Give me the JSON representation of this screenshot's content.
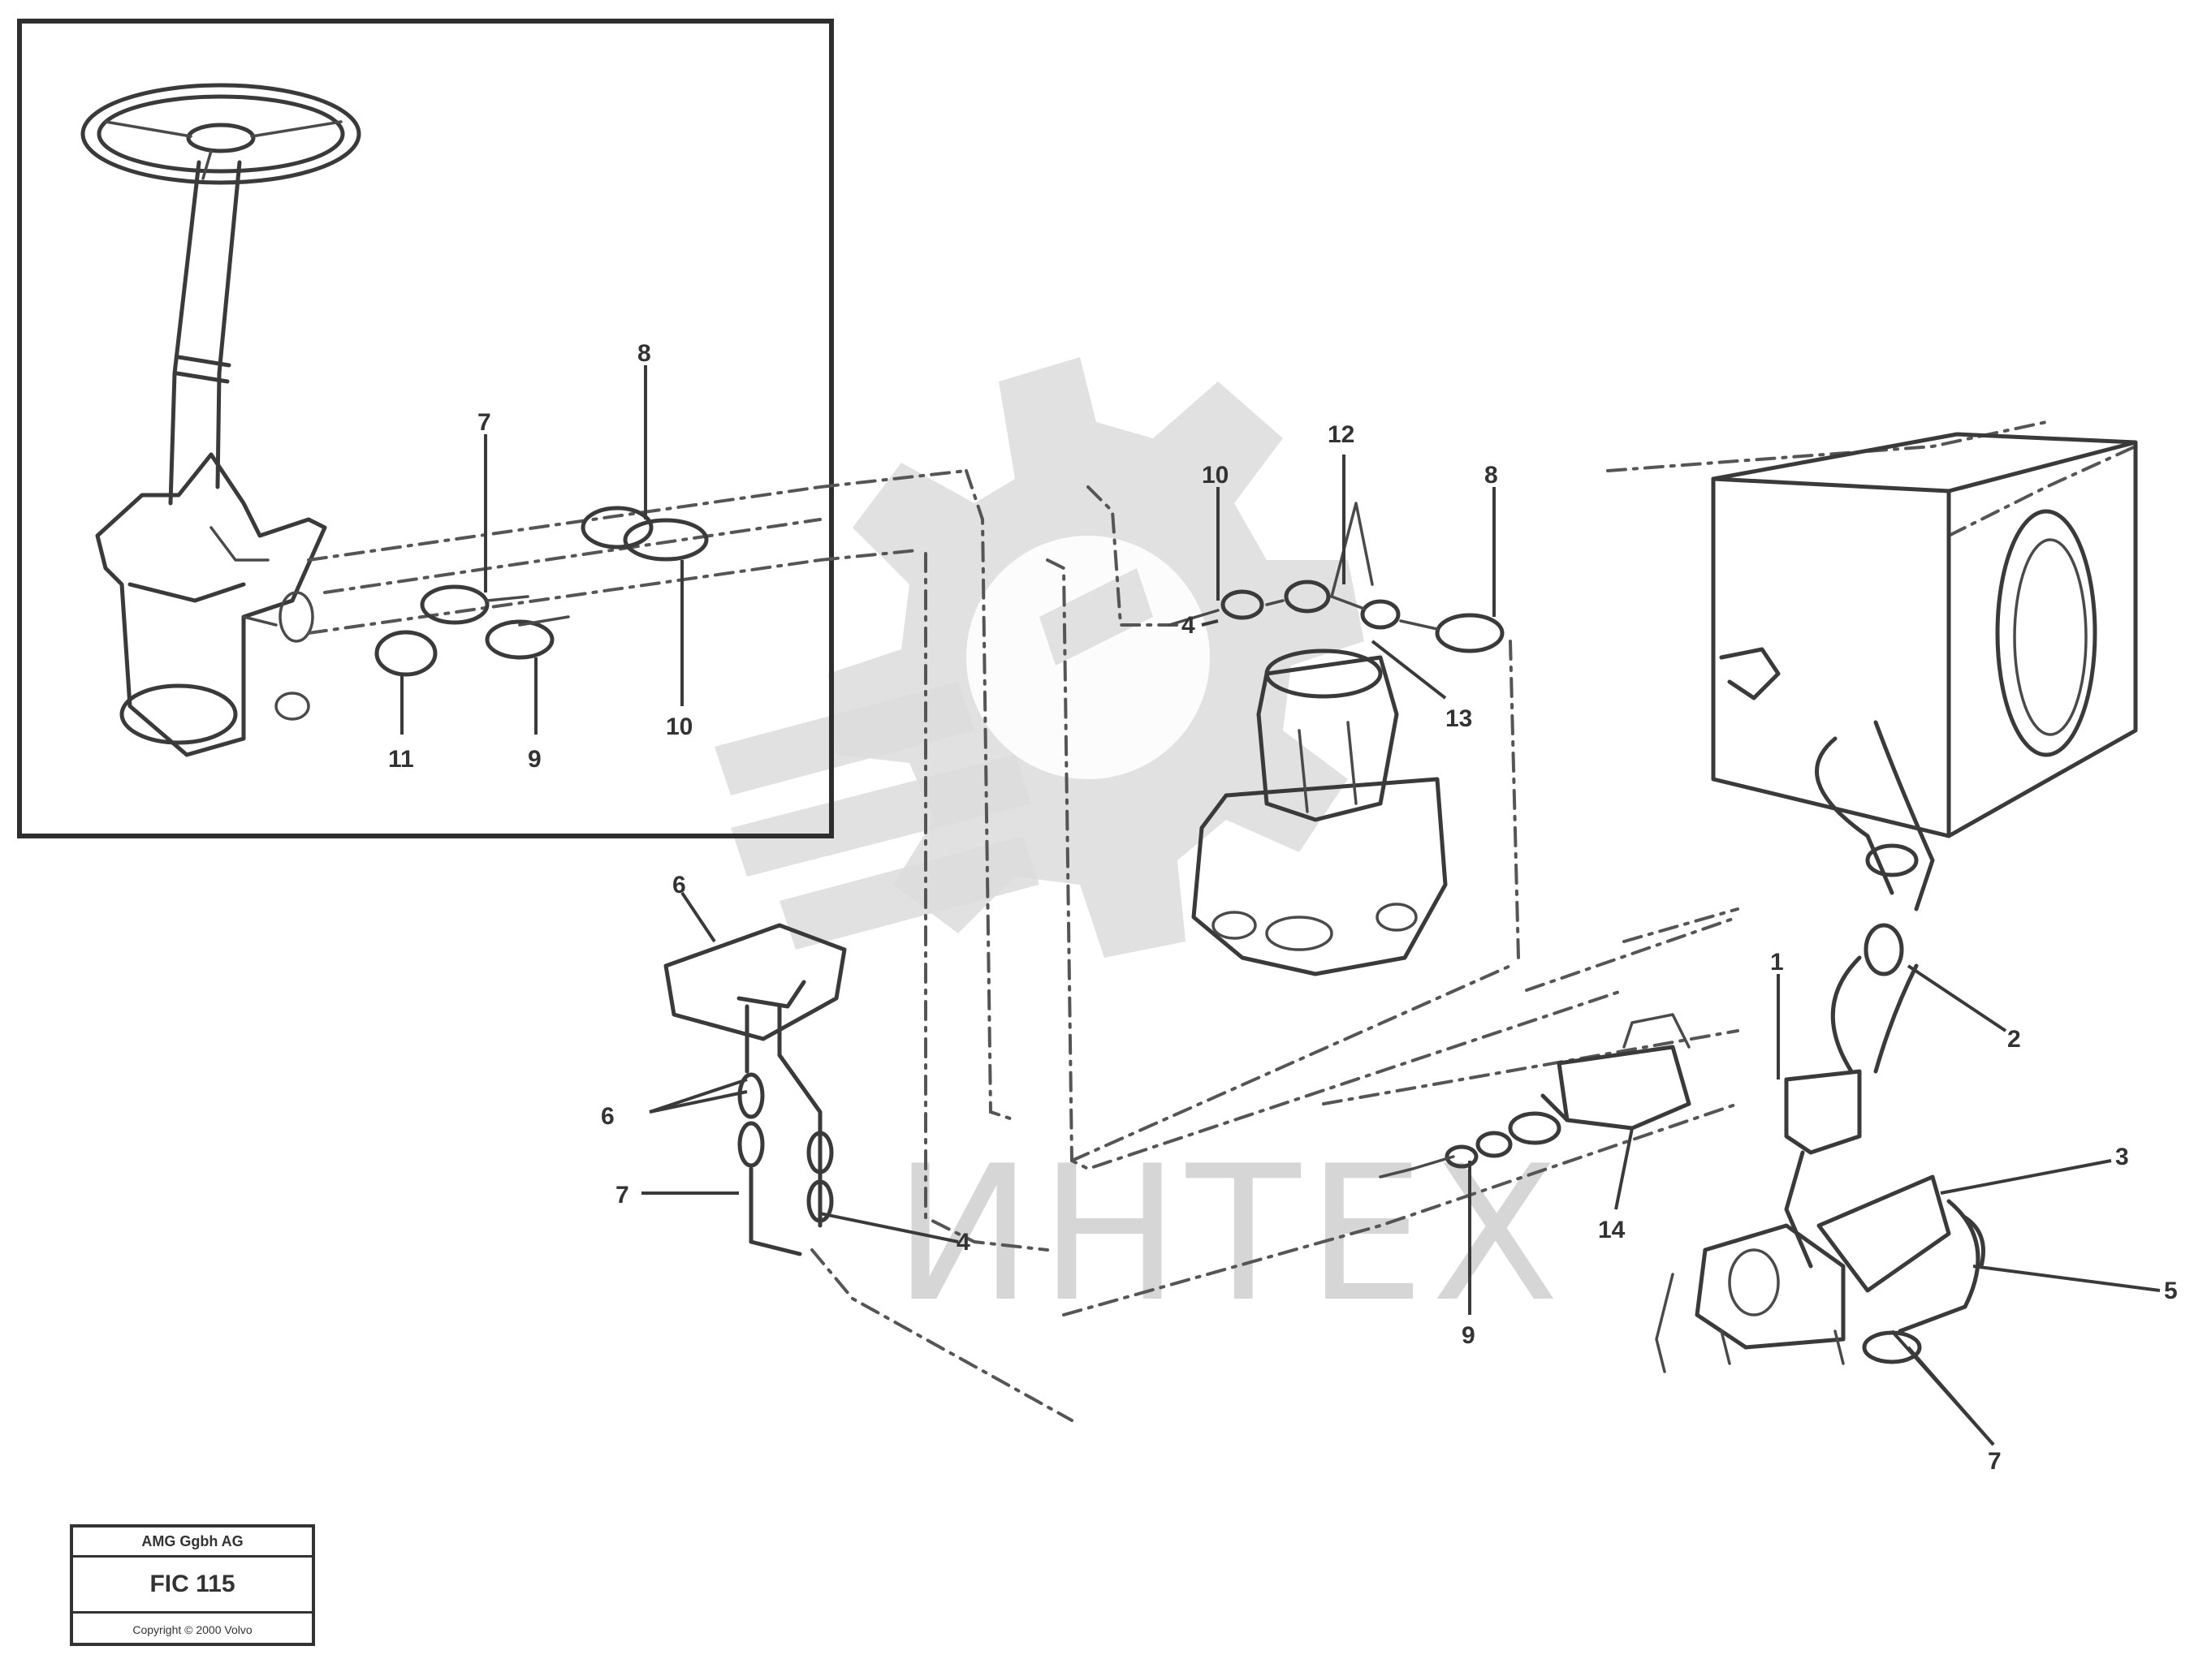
{
  "watermark": {
    "text": "ИНТЕХ"
  },
  "callouts": {
    "inset_7": "7",
    "inset_8_top": "8",
    "inset_10": "10",
    "inset_11": "11",
    "inset_9": "9",
    "c_10": "10",
    "c_12": "12",
    "c_4": "4",
    "c_8": "8",
    "c_13": "13",
    "c_6_valve": "6",
    "c_6": "6",
    "c_7": "7",
    "c_4_lower": "4",
    "c_1": "1",
    "c_2": "2",
    "c_3": "3",
    "c_5": "5",
    "c_7_right": "7",
    "c_14": "14",
    "c_9": "9"
  },
  "titleblock": {
    "row1": "AMG Ggbh AG",
    "row2": "FIC 115",
    "row3": "Copyright © 2000 Volvo"
  }
}
